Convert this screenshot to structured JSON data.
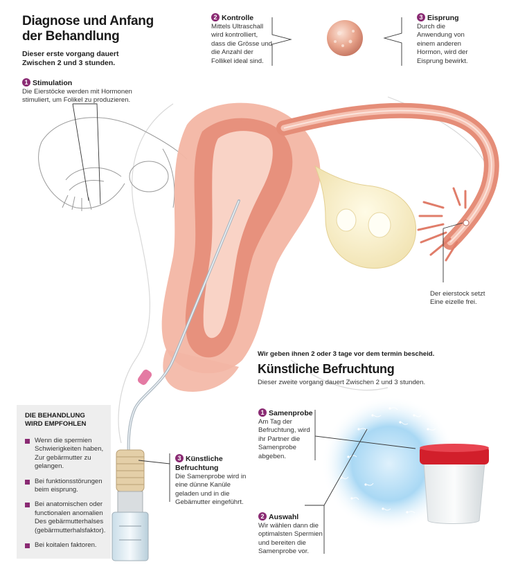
{
  "header": {
    "title_line1": "Diagnose und Anfang",
    "title_line2": "der Behandlung",
    "subtitle_line1": "Dieser erste vorgang dauert",
    "subtitle_line2": "Zwischen 2 und 3 stunden."
  },
  "steps_top": [
    {
      "number": "1",
      "title": "Stimulation",
      "lines": [
        "Die Eierstöcke werden mit Hormonen",
        "stimuliert, um Folikel zu produzieren."
      ]
    },
    {
      "number": "2",
      "title": "Kontrolle",
      "lines": [
        "Mittels Ultraschall",
        "wird kontrolliert,",
        "dass die Grösse und",
        "die Anzahl der",
        "Follikel ideal sind."
      ]
    },
    {
      "number": "3",
      "title": "Eisprung",
      "lines": [
        "Durch die",
        "Anwendung von",
        "einem anderen",
        "Hormon, wird der",
        "Eisprung bewirkt."
      ]
    }
  ],
  "ovary_note": {
    "lines": [
      "Der eierstock setzt",
      "Eine eizelle frei."
    ]
  },
  "section2": {
    "kicker": "Wir geben ihnen 2 oder 3 tage vor dem termin bescheid.",
    "title": "Künstliche Befruchtung",
    "subtitle": "Dieser zweite vorgang dauert Zwischen 2 und 3 stunden."
  },
  "steps_bottom": [
    {
      "number": "1",
      "title": "Samenprobe",
      "lines": [
        "Am Tag der",
        "Befruchtung, wird",
        "ihr Partner die",
        "Samenprobe",
        "abgeben."
      ]
    },
    {
      "number": "2",
      "title": "Auswahl",
      "lines": [
        "Wir wählen dann die",
        "optimalsten Spermien",
        "und bereiten die",
        "Samenprobe vor."
      ]
    },
    {
      "number": "3",
      "title_line1": "Künstliche",
      "title_line2": "Befruchtung",
      "lines": [
        "Die Samenprobe wird in",
        "eine dünne Kanüle",
        "geladen und in die",
        "Gebämutter eingeführt."
      ]
    }
  ],
  "recommendation": {
    "title_line1": "DIE BEHANDLUNG",
    "title_line2": "WIRD EMPFOHLEN",
    "items": [
      {
        "lines": [
          "Wenn die spermien",
          "Schwierigkeiten haben,",
          "Zur gebärmutter zu",
          "gelangen."
        ]
      },
      {
        "lines": [
          "Bei funktionsstörungen",
          "beim eisprung."
        ]
      },
      {
        "lines": [
          "Bei anatomischen oder",
          "functionalen anomalien",
          "Des gebärmutterhalses",
          "(gebärmutterhalsfaktor)."
        ]
      },
      {
        "lines": [
          "Bei koitalen faktoren."
        ]
      }
    ]
  },
  "colors": {
    "accent": "#8a2b73",
    "tissue": "#f0a893",
    "tissue_dark": "#e07d6a",
    "cup_lid": "#d21f2b",
    "glow": "#9fd3f2"
  },
  "icons": [
    "uterus-illustration",
    "follicle-icon",
    "sperm-sample-icon",
    "specimen-cup-icon",
    "syringe-catheter-icon"
  ]
}
